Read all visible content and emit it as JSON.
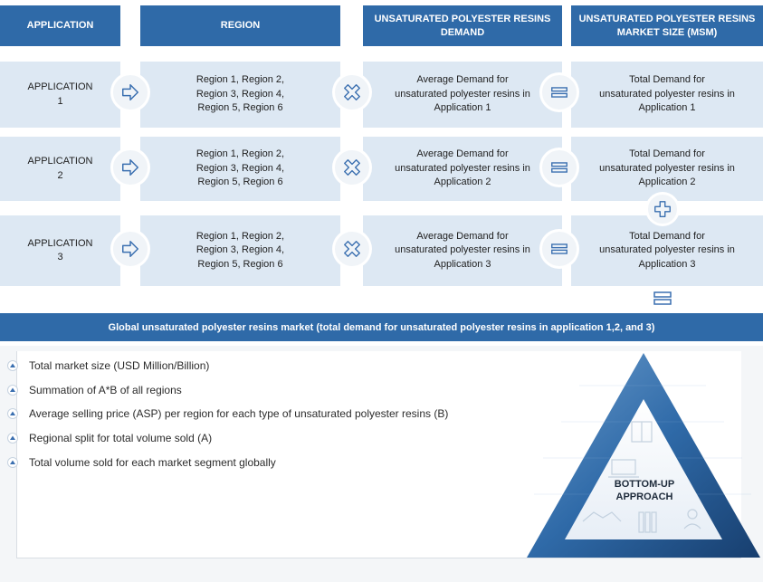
{
  "headers": {
    "application": "APPLICATION",
    "region": "REGION",
    "demand_line1": "UNSATURATED POLYESTER RESINS",
    "demand_line2": "DEMAND",
    "market_line1": "UNSATURATED POLYESTER RESINS",
    "market_line2": "MARKET SIZE (MSM)"
  },
  "rows": [
    {
      "application": [
        "APPLICATION",
        "1"
      ],
      "region": [
        "Region 1, Region 2,",
        "Region 3, Region 4,",
        "Region 5, Region 6"
      ],
      "demand": [
        "Average Demand for",
        "unsaturated polyester resins  in",
        "Application 1"
      ],
      "market": [
        "Total Demand for",
        "unsaturated polyester resins in",
        "Application 1"
      ]
    },
    {
      "application": [
        "APPLICATION",
        "2"
      ],
      "region": [
        "Region 1, Region 2,",
        "Region 3, Region 4,",
        "Region 5, Region 6"
      ],
      "demand": [
        "Average Demand for",
        "unsaturated polyester resins  in",
        "Application 2"
      ],
      "market": [
        "Total Demand for",
        "unsaturated polyester resins in",
        "Application 2"
      ]
    },
    {
      "application": [
        "APPLICATION",
        "3"
      ],
      "region": [
        "Region 1, Region 2,",
        "Region 3, Region 4,",
        "Region 5, Region 6"
      ],
      "demand": [
        "Average Demand for",
        "unsaturated polyester resins in",
        "Application 3"
      ],
      "market": [
        "Total Demand for",
        "unsaturated polyester resins in",
        "Application 3"
      ]
    }
  ],
  "operators": {
    "arrow": "arrow-right-icon",
    "multiply": "multiply-icon",
    "equals": "equals-icon",
    "plus": "plus-icon"
  },
  "banner": "Global unsaturated polyester resins market (total demand for unsaturated polyester resins in application 1,2, and 3)",
  "bullets": [
    "Total market size (USD Million/Billion)",
    "Summation of A*B of all regions",
    "Average selling price (ASP) per region for each type of unsaturated polyester resins (B)",
    "Regional split for total volume sold (A)",
    "Total volume sold for each market segment globally"
  ],
  "approach": [
    "BOTTOM-UP",
    "APPROACH"
  ],
  "colors": {
    "header_blue": "#2f6aa8",
    "cell_fill": "#dde8f3",
    "icon_blue": "#3a6fb0",
    "triangle_dark": "#1f4f86"
  }
}
